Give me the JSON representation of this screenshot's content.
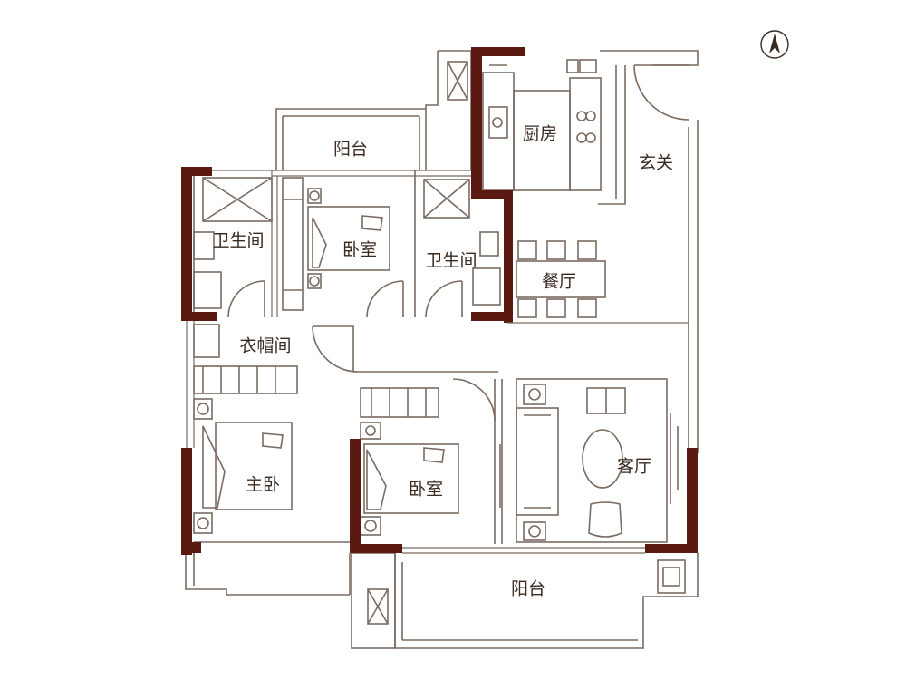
{
  "rooms": {
    "balcony_top": "阳台",
    "kitchen": "厨房",
    "entrance": "玄关",
    "bath_left": "卫生间",
    "bedroom_top": "卧室",
    "bath_mid": "卫生间",
    "dining": "餐厅",
    "closet": "衣帽间",
    "master": "主卧",
    "bedroom_mid": "卧室",
    "living": "客厅",
    "balcony_bottom": "阳台"
  },
  "colors": {
    "wall": "#5a1a12",
    "line": "#7a6a60",
    "furniture": "#6b5a50",
    "text": "#3a2a22"
  },
  "icons": {
    "compass": "north-arrow-icon"
  }
}
